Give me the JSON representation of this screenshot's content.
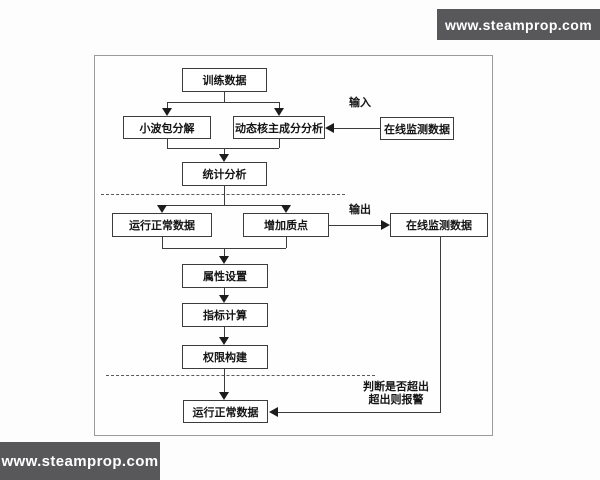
{
  "watermark": {
    "top_right": "www.steamprop.com",
    "bottom_left": "www.steamprop.com"
  },
  "colors": {
    "watermark_bg": "#58585b",
    "watermark_text": "#ffffff",
    "line": "#3c3c3c",
    "frame_border": "#9b9b9b",
    "background": "#fdfdfd"
  },
  "diagram": {
    "nodes": {
      "train_data": "训练数据",
      "wavelet": "小波包分解",
      "dkpca": "动态核主成分分析",
      "online_input": "在线监测数据",
      "stat_analysis": "统计分析",
      "normal_data": "运行正常数据",
      "add_mass": "增加质点",
      "online_output": "在线监测数据",
      "attr_setting": "属性设置",
      "index_calc": "指标计算",
      "limit_build": "权限构建",
      "normal_data_bottom": "运行正常数据"
    },
    "labels": {
      "input": "输入",
      "output": "输出",
      "judge_line1": "判断是否超出",
      "judge_line2": "超出则报警"
    }
  }
}
